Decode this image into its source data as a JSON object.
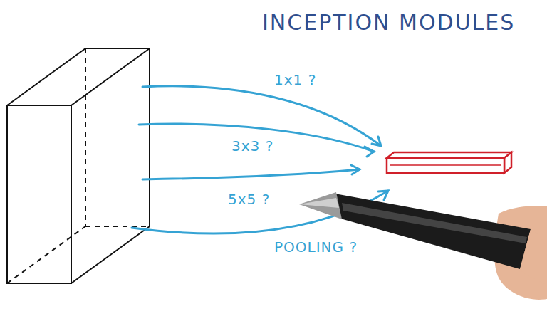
{
  "diagram": {
    "title": "INCEPTION MODULES",
    "labels": [
      "1x1 ?",
      "3x3 ?",
      "5x5 ?",
      "POOLING ?"
    ]
  }
}
